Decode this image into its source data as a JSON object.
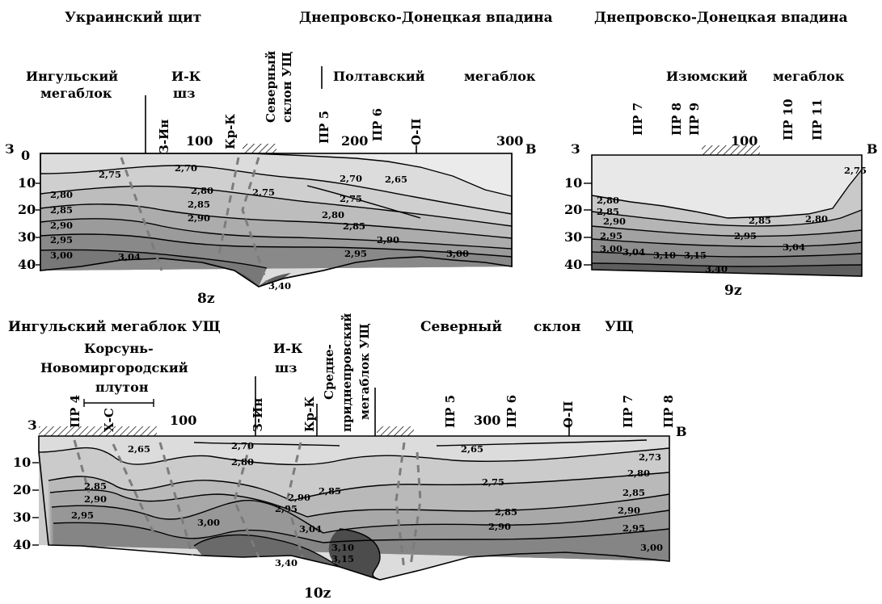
{
  "panel_8z": {
    "headers": [
      "Украинский щит",
      "Днепровско-Донецкая впадина"
    ],
    "blocks": [
      "Ингульский",
      "мегаблок",
      "И-К",
      "шз",
      "Полтавский",
      "мегаблок"
    ],
    "rotated_labels": [
      "З-Ин",
      "Кр-К",
      "Северный",
      "склон УЩ",
      "ПР 5",
      "ПР 6",
      "О-П"
    ],
    "west": "З",
    "east": "В",
    "x_ticks": [
      "0",
      "100",
      "200",
      "300"
    ],
    "y_ticks": [
      "10",
      "20",
      "30",
      "40"
    ],
    "contours": [
      "2,75",
      "2,70",
      "2,80",
      "2,85",
      "2,90",
      "2,95",
      "3,00",
      "3,04",
      "2,70",
      "2,65",
      "2,80",
      "2,85",
      "2,90",
      "2,75",
      "2,75",
      "2,80",
      "2,85",
      "2,90",
      "2,95",
      "3,00",
      "3,40"
    ],
    "index": "8z"
  },
  "panel_9z": {
    "headers": [
      "Днепровско-Донецкая впадина"
    ],
    "blocks": [
      "Изюмский",
      "мегаблок"
    ],
    "rotated_labels": [
      "ПР 7",
      "ПР 8",
      "ПР 9",
      "ПР 10",
      "ПР 11"
    ],
    "west": "З",
    "east": "В",
    "x_ticks": [
      "100"
    ],
    "y_ticks": [
      "10",
      "20",
      "30",
      "40"
    ],
    "contours": [
      "2,75",
      "2,80",
      "2,85",
      "2,90",
      "2,95",
      "3,00",
      "3,04",
      "3,10",
      "3,15",
      "2,85",
      "2,80",
      "2,95",
      "3,04",
      "3,40"
    ],
    "index": "9z"
  },
  "panel_10z": {
    "headers": [
      "Ингульский мегаблок УЩ",
      "Северный",
      "склон",
      "УЩ"
    ],
    "blocks": [
      "Корсунь-",
      "Новомиргородский",
      "плутон",
      "И-К",
      "шз"
    ],
    "rotated_labels": [
      "ПР 4",
      "Х-С",
      "З-Ин",
      "Кр-К",
      "Средне-",
      "приднепровский",
      "мегаблок УЩ",
      "ПР 5",
      "ПР 6",
      "О-П",
      "ПР 7",
      "ПР 8"
    ],
    "west": "З",
    "east": "В",
    "x_ticks": [
      "100",
      "300"
    ],
    "y_ticks": [
      "10",
      "20",
      "30",
      "40"
    ],
    "contours": [
      "2,65",
      "2,70",
      "2,80",
      "2,85",
      "2,90",
      "2,95",
      "3,00",
      "2,90",
      "2,95",
      "2,85",
      "3,04",
      "3,10",
      "3,15",
      "3,40",
      "2,65",
      "2,75",
      "2,85",
      "2,90",
      "2,73",
      "2,80",
      "2,85",
      "2,90",
      "2,95",
      "3,00"
    ],
    "index": "10z"
  },
  "colors": {
    "layer_fills": [
      "#d9d9d9",
      "#c9c9c9",
      "#b8b8b8",
      "#a6a6a6",
      "#959595",
      "#848484",
      "#707070",
      "#5c5c5c"
    ],
    "fault": "#7c7c7c",
    "ink": "#000000"
  }
}
